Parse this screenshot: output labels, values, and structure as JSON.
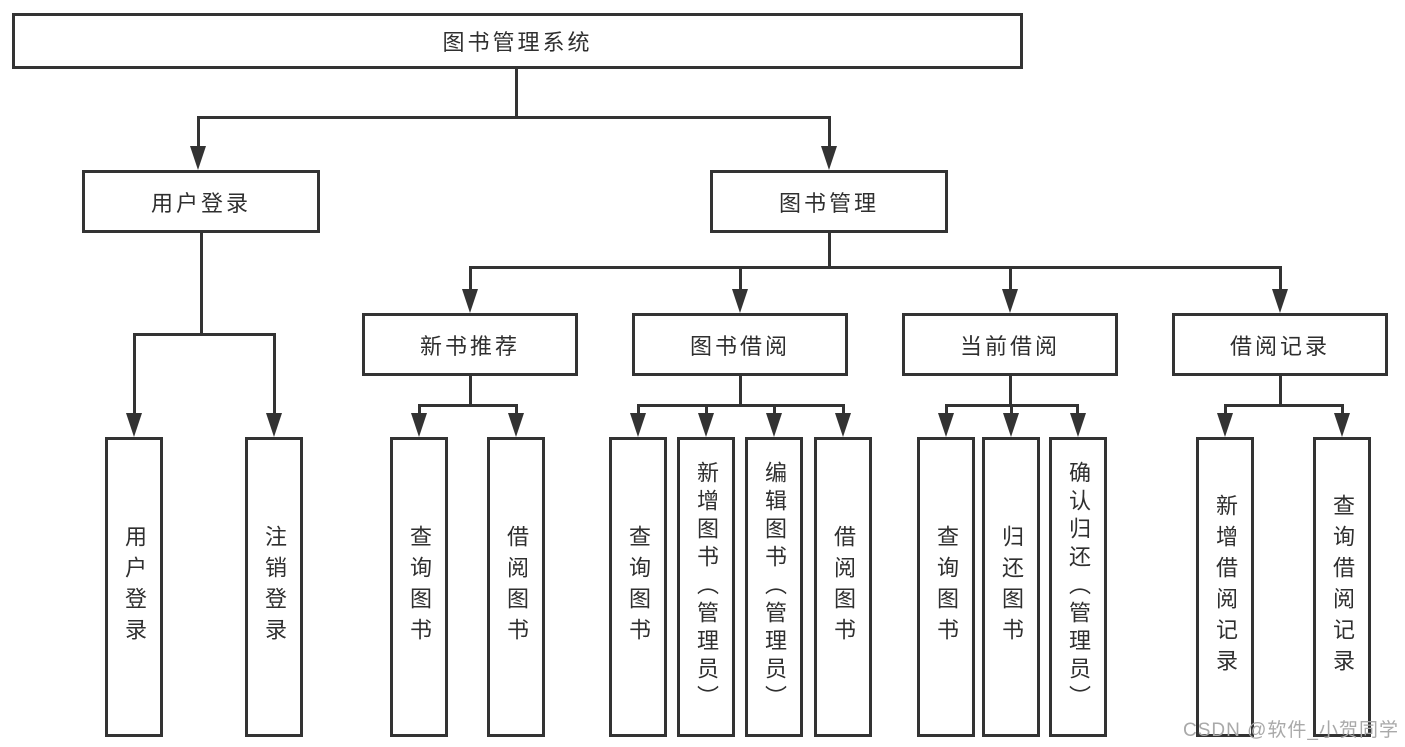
{
  "tree": {
    "label": "图书管理系统",
    "children": [
      {
        "label": "用户登录",
        "children": [
          {
            "label": "用户登录"
          },
          {
            "label": "注销登录"
          }
        ]
      },
      {
        "label": "图书管理",
        "children": [
          {
            "label": "新书推荐",
            "children": [
              {
                "label": "查询图书"
              },
              {
                "label": "借阅图书"
              }
            ]
          },
          {
            "label": "图书借阅",
            "children": [
              {
                "label": "查询图书"
              },
              {
                "label": "新增图书（管理员）"
              },
              {
                "label": "编辑图书（管理员）"
              },
              {
                "label": "借阅图书"
              }
            ]
          },
          {
            "label": "当前借阅",
            "children": [
              {
                "label": "查询图书"
              },
              {
                "label": "归还图书"
              },
              {
                "label": "确认归还（管理员）"
              }
            ]
          },
          {
            "label": "借阅记录",
            "children": [
              {
                "label": "新增借阅记录"
              },
              {
                "label": "查询借阅记录"
              }
            ]
          }
        ]
      }
    ]
  },
  "watermark": {
    "text": "CSDN @软件_小贺同学"
  },
  "colors": {
    "line_color": "#333333",
    "text_color": "#2f2f2f",
    "watermark_color": "#a9a9a9",
    "background_color": "#ffffff"
  }
}
